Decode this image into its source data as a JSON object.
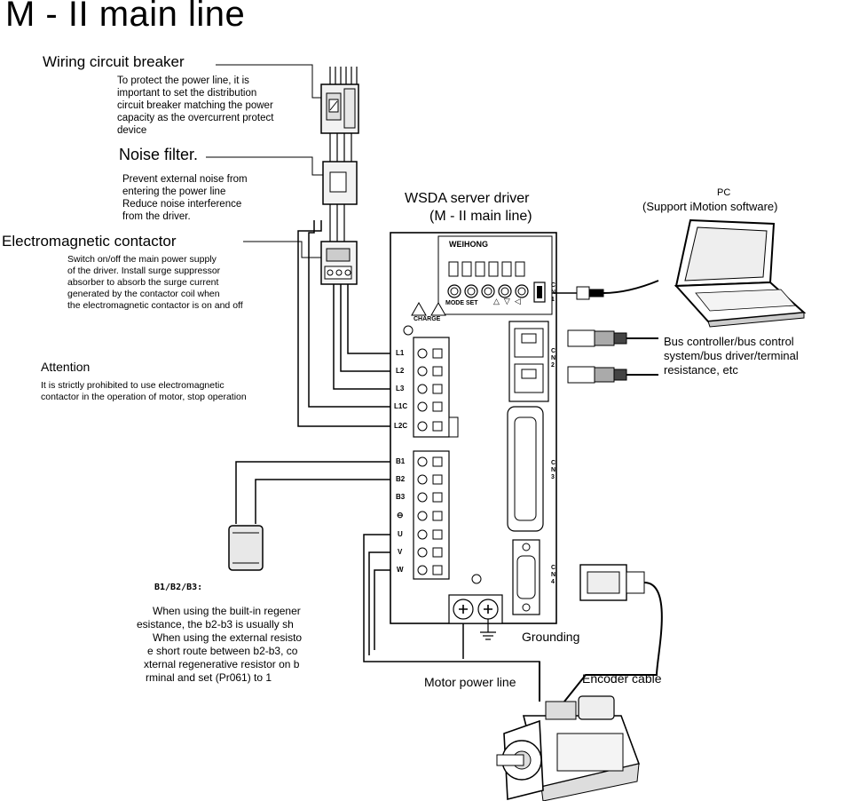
{
  "page": {
    "title": "M - II main line"
  },
  "breaker": {
    "heading": "Wiring circuit breaker",
    "lines": [
      "To protect the power line, it is",
      "important to set the distribution",
      "circuit breaker matching the power",
      "capacity as the overcurrent protect",
      "device"
    ]
  },
  "filter": {
    "heading": "Noise filter.",
    "lines": [
      "Prevent external noise from",
      "entering the power line",
      "Reduce noise interference",
      "from the driver."
    ]
  },
  "contactor": {
    "heading": "Electromagnetic contactor",
    "lines": [
      "Switch on/off the main power supply",
      "of the driver. Install surge suppressor",
      "absorber to absorb the surge current",
      "generated by the contactor coil when",
      "the electromagnetic contactor is on and off"
    ]
  },
  "attention": {
    "heading": "Attention",
    "lines": [
      "It is strictly prohibited to use electromagnetic",
      "contactor in the operation of motor, stop operation"
    ]
  },
  "driver": {
    "title": "WSDA server driver",
    "subtitle": "(M - II main line)",
    "brand": "WEIHONG",
    "mode_set": "MODE SET",
    "charge": "CHARGE",
    "connectors": [
      "C N 1",
      "C N 2",
      "C N 3",
      "C N 4"
    ],
    "power_terminals": [
      "L1",
      "L2",
      "L3",
      "L1C",
      "L2C"
    ],
    "motor_terminals": [
      "B1",
      "B2",
      "B3",
      "⊖",
      "U",
      "V",
      "W"
    ]
  },
  "pc": {
    "label": "PC",
    "sub": "(Support iMotion software)"
  },
  "bus": {
    "lines": [
      "Bus controller/bus control",
      "system/bus driver/terminal",
      "resistance, etc"
    ]
  },
  "regen": {
    "heading": "B1/B2/B3:",
    "lines": [
      "When using the built-in regener",
      "esistance, the b2-b3 is usually sh",
      "When using the external resisto",
      "e short route between b2-b3, co",
      "xternal regenerative resistor on b",
      "rminal and set (Pr061) to 1"
    ]
  },
  "labels": {
    "grounding": "Grounding",
    "motor_power": "Motor power line",
    "encoder": "Encoder cable"
  }
}
